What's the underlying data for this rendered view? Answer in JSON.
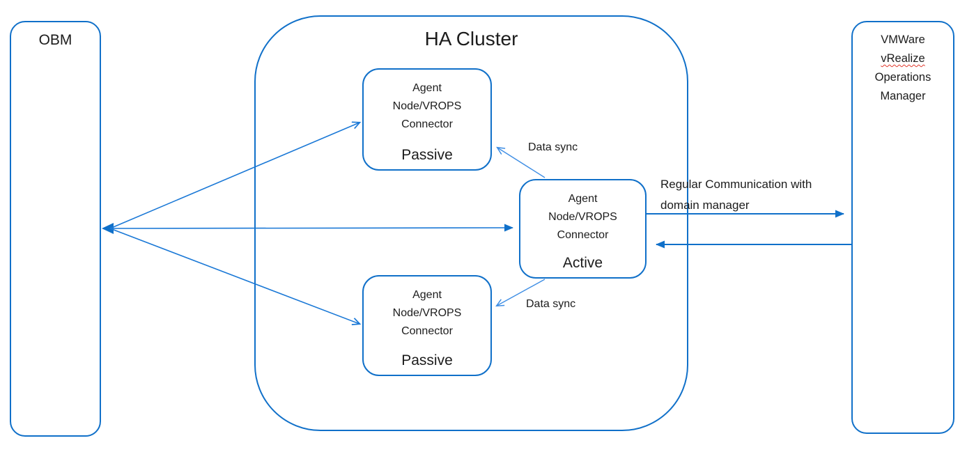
{
  "diagram": {
    "obm": {
      "label": "OBM"
    },
    "ha_cluster": {
      "title": "HA Cluster",
      "nodes": [
        {
          "name_line1": "Agent",
          "name_line2": "Node/VROPS",
          "name_line3": "Connector",
          "role": "Passive"
        },
        {
          "name_line1": "Agent",
          "name_line2": "Node/VROPS",
          "name_line3": "Connector",
          "role": "Active"
        },
        {
          "name_line1": "Agent",
          "name_line2": "Node/VROPS",
          "name_line3": "Connector",
          "role": "Passive"
        }
      ]
    },
    "vmware": {
      "line1": "VMWare",
      "line2": "vRealize",
      "line3": "Operations",
      "line4": "Manager"
    },
    "edge_labels": {
      "data_sync_top": "Data sync",
      "data_sync_bottom": "Data sync",
      "regular_comm_line1": "Regular Communication with",
      "regular_comm_line2": "domain manager"
    },
    "colors": {
      "box_border": "#1070c9",
      "main_arrow": "#1070c9",
      "fan_arrow": "#1a78d6",
      "thin_arrow": "#3f8ee4",
      "text": "#1c1c1c",
      "spellcheck_underline": "#e0372b"
    }
  }
}
